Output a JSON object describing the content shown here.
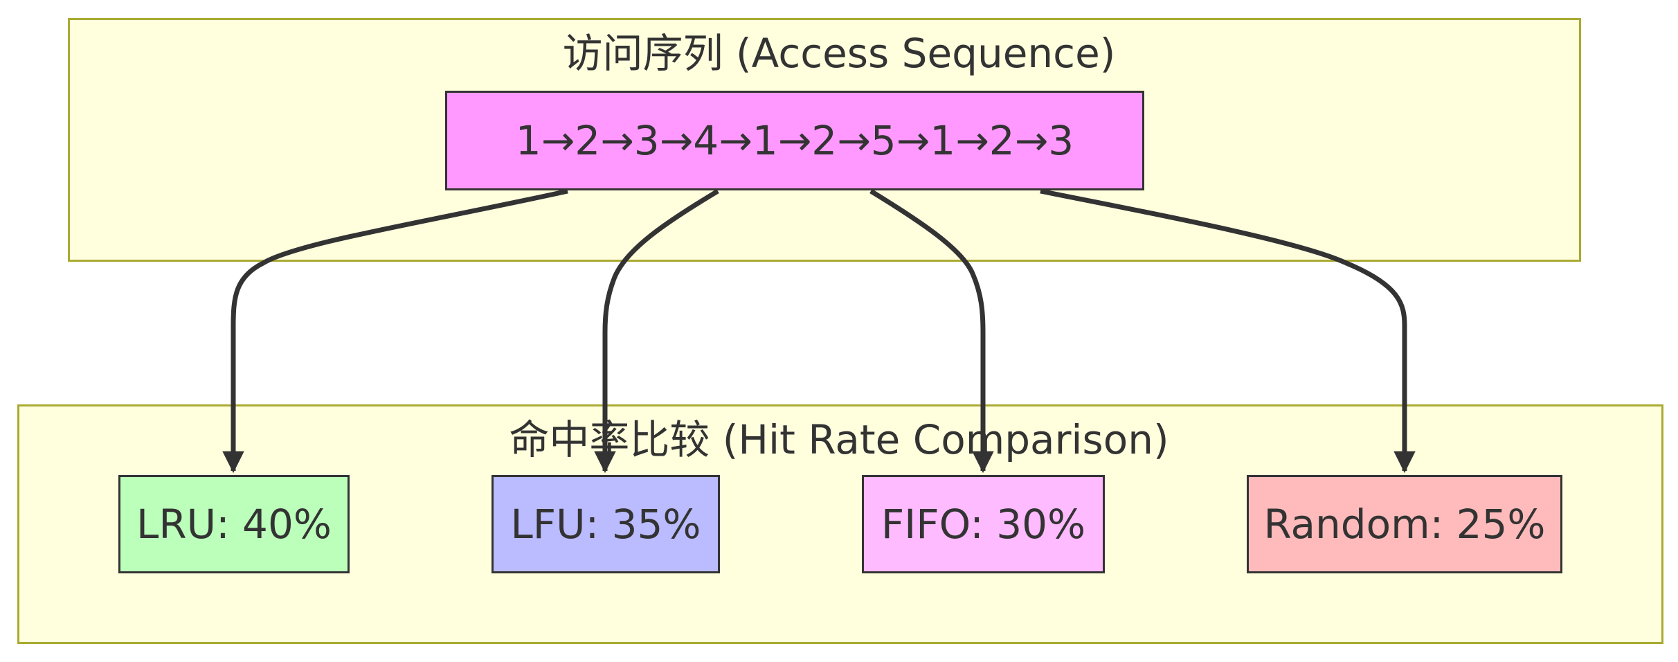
{
  "clusters": {
    "access": {
      "title": "访问序列 (Access Sequence)"
    },
    "hit_rate": {
      "title": "命中率比较 (Hit Rate Comparison)"
    }
  },
  "nodes": {
    "sequence": {
      "label": "1→2→3→4→1→2→5→1→2→3",
      "color": "#ff99ff"
    },
    "lru": {
      "label": "LRU: 40%",
      "color": "#bbffbb"
    },
    "lfu": {
      "label": "LFU: 35%",
      "color": "#bbbbff"
    },
    "fifo": {
      "label": "FIFO: 30%",
      "color": "#ffbbff"
    },
    "random": {
      "label": "Random: 25%",
      "color": "#ffbbbb"
    }
  },
  "edges": [
    {
      "from": "sequence",
      "to": "lru"
    },
    {
      "from": "sequence",
      "to": "lfu"
    },
    {
      "from": "sequence",
      "to": "fifo"
    },
    {
      "from": "sequence",
      "to": "random"
    }
  ],
  "colors": {
    "cluster_fill": "#ffffde",
    "cluster_border": "#aaaa33",
    "node_border": "#333333",
    "edge": "#333333"
  }
}
